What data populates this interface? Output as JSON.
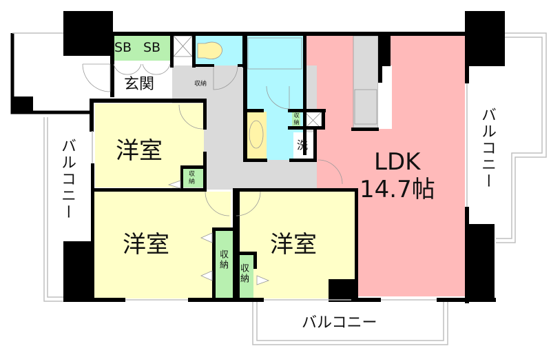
{
  "floor_plan": {
    "colors": {
      "wall": "#000000",
      "western_room": "#FFFFC8",
      "ldk": "#FFBABA",
      "storage": "#B8F0B0",
      "wet_area": "#B0F8FF",
      "toilet_fixture": "#FFF4A8",
      "hallway": "#DADADA",
      "balcony_outline": "#BFBFBF",
      "entrance": "#FFFFFF"
    },
    "rooms": {
      "ldk": {
        "label": "LDK",
        "size": "14.7帖"
      },
      "western_room_1": {
        "label": "洋室"
      },
      "western_room_2": {
        "label": "洋室"
      },
      "western_room_3": {
        "label": "洋室"
      },
      "entrance": {
        "label": "玄関"
      },
      "shoe_box_1": {
        "label": "SB"
      },
      "shoe_box_2": {
        "label": "SB"
      },
      "washer": {
        "label": "洗"
      },
      "hall_storage": {
        "label": "収納"
      },
      "room1_closet": {
        "label": "収納"
      },
      "room2_closet": {
        "label": "収納"
      },
      "room3_closet": {
        "label": "収納"
      },
      "wash_storage": {
        "label": "収納"
      }
    },
    "balconies": {
      "left": {
        "label": "バルコニー"
      },
      "right": {
        "label": "バルコニー"
      },
      "bottom": {
        "label": "バルコニー"
      }
    }
  }
}
